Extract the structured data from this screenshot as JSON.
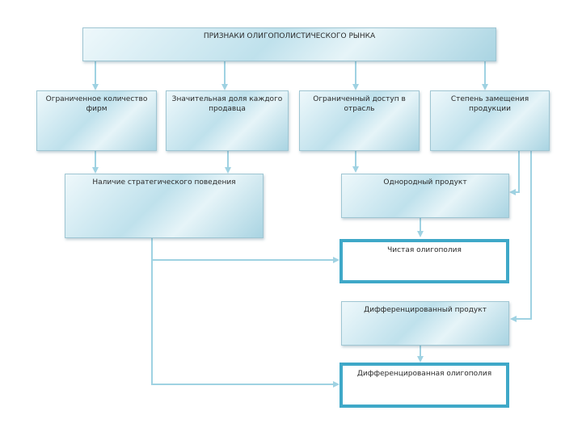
{
  "diagram": {
    "title": "ПРИЗНАКИ ОЛИГОПОЛИСТИЧЕСКОГО РЫНКА",
    "features": [
      {
        "label": "Ограниченное количество фирм"
      },
      {
        "label": "Значительная доля каждого продавца"
      },
      {
        "label": "Ограниченный доступ в отрасль"
      },
      {
        "label": "Степень замещения продукции"
      }
    ],
    "strategic_behavior": "Наличие стратегического поведения",
    "homogeneous_product": "Однородный продукт",
    "pure_oligopoly": "Чистая олигополия",
    "differentiated_product": "Дифференцированный продукт",
    "differentiated_oligopoly": "Дифференцированная олигополия",
    "colors": {
      "box_gradient_light": "#eef8fb",
      "box_gradient_dark": "#a9d4e2",
      "connector": "#9fd2e2",
      "outlined_border": "#3fa8c8"
    }
  }
}
